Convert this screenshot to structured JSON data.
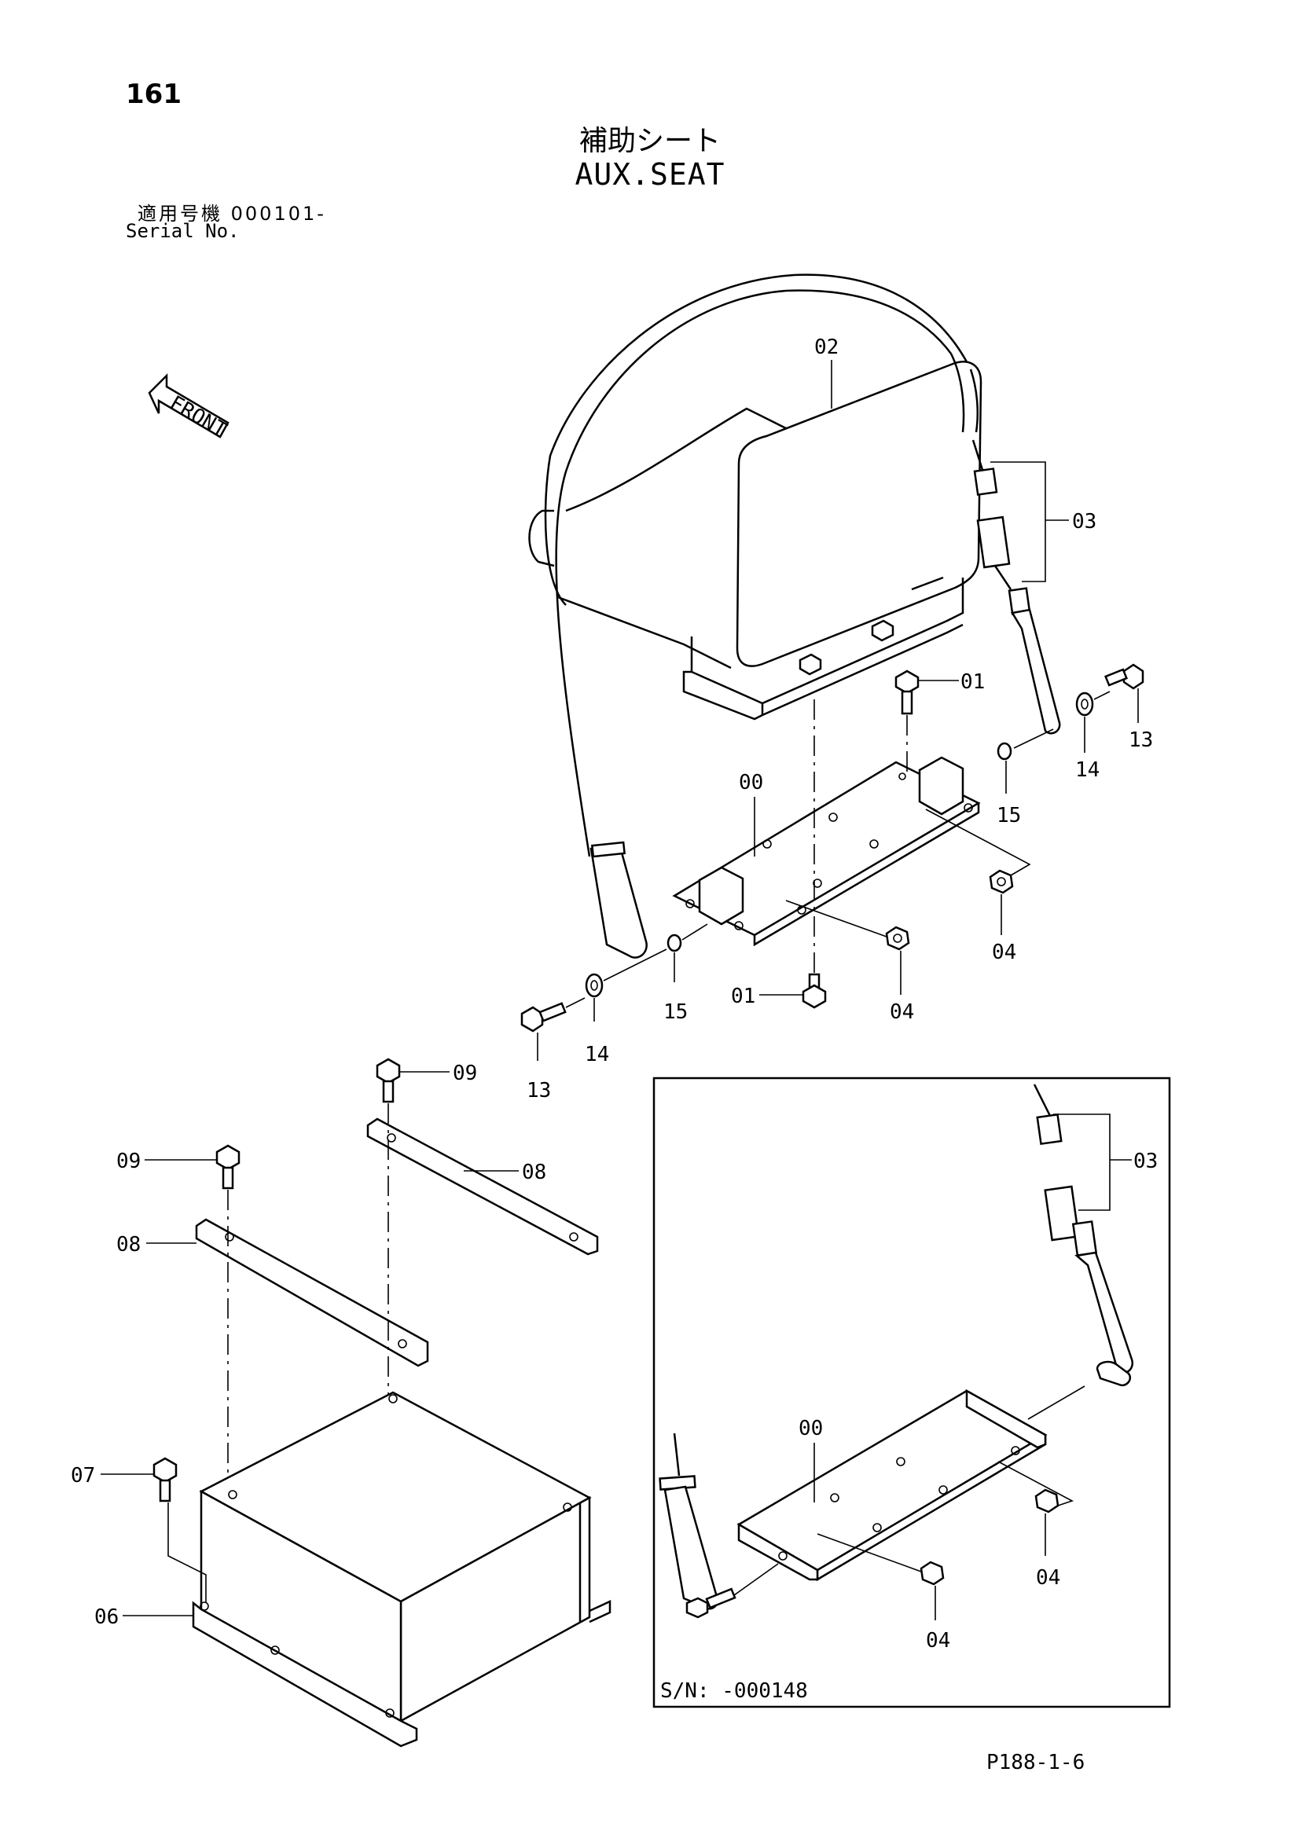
{
  "header": {
    "page_number": "161",
    "title_jp": "補助シート",
    "title_en": "AUX.SEAT",
    "serial_label_jp": "適用号機",
    "serial_range": "000101-",
    "serial_label_en": "Serial No."
  },
  "front_label": "FRONT",
  "callouts": {
    "c01_top": "01",
    "c01_bottom": "01",
    "c02": "02",
    "c03": "03",
    "c04_right": "04",
    "c04_bottom": "04",
    "c00": "00",
    "c13_right": "13",
    "c13_left": "13",
    "c14_right": "14",
    "c14_left": "14",
    "c15_right": "15",
    "c15_left": "15",
    "c09_top": "09",
    "c09_left": "09",
    "c08_right": "08",
    "c08_left": "08",
    "c07": "07",
    "c06": "06"
  },
  "inset": {
    "serial_note": "S/N:  -000148",
    "callouts": {
      "c03": "03",
      "c00": "00",
      "c04_right": "04",
      "c04_bottom": "04"
    }
  },
  "footer": {
    "doc_ref": "P188-1-6"
  }
}
